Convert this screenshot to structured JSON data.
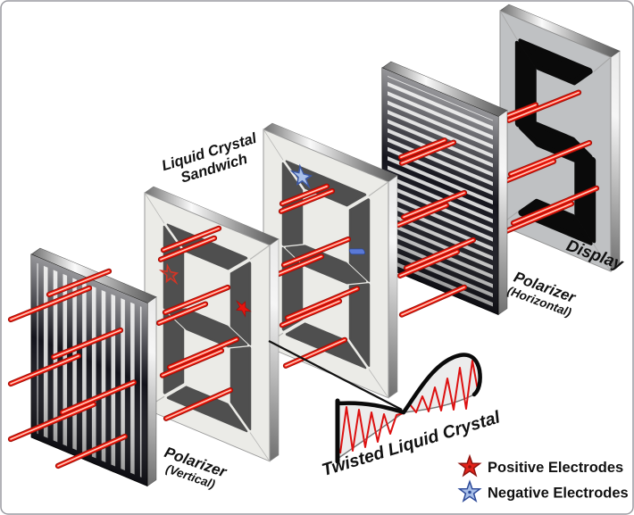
{
  "scene": {
    "labels": {
      "liquid_crystal_sandwich": {
        "line1": "Liquid Crystal",
        "line2": "Sandwich"
      },
      "polarizer_vertical": {
        "line1": "Polarizer",
        "line2": "(Vertical)"
      },
      "polarizer_horizontal": {
        "line1": "Polarizer",
        "line2": "(Horizontal)"
      },
      "display": "Display",
      "twisted_liquid_crystal": "Twisted Liquid Crystal"
    },
    "legend": [
      {
        "icon": "positive-electrodes-star-icon",
        "label": "Positive Electrodes",
        "color": "#e3231a"
      },
      {
        "icon": "negative-electrodes-star-icon",
        "label": "Negative Electrodes",
        "color": "#a9c0e9"
      }
    ],
    "panels": [
      {
        "name": "polarizer-vertical",
        "stripes": "vertical",
        "digit": null
      },
      {
        "name": "liquid-crystal-cell-front",
        "stripes": null,
        "digit": "8"
      },
      {
        "name": "liquid-crystal-cell-back",
        "stripes": null,
        "digit": "8"
      },
      {
        "name": "polarizer-horizontal",
        "stripes": "horizontal",
        "digit": null
      },
      {
        "name": "display-panel",
        "stripes": null,
        "digit": "5"
      }
    ],
    "colors": {
      "ray_core": "#ffcdbd",
      "ray_main": "#f2170b",
      "ray_edge": "#9a1008",
      "polarizer_face": "#14141c",
      "lcd_face": "#ebebe7",
      "lcd_segment": "#4f4f4f",
      "display_face": "#bfc1c3",
      "display_segment": "#0a0a0a",
      "positive_star": "#e3231a",
      "negative_star": "#a9c0e9"
    }
  }
}
